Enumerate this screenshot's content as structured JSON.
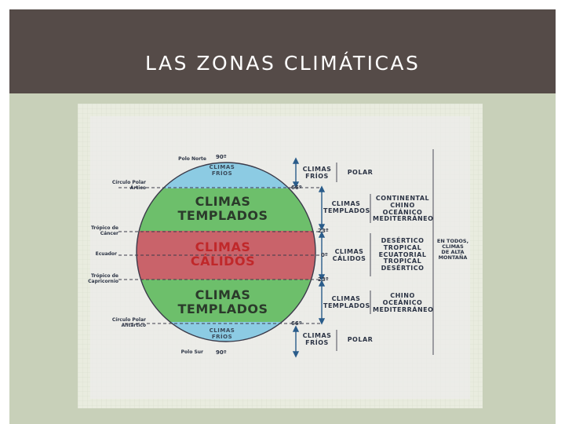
{
  "header": {
    "title": "LAS ZONAS CLIMÁTICAS"
  },
  "diagram": {
    "left_labels": {
      "polo_norte": "Polo Norte",
      "circulo_polar_artico": "Círculo Polar\nÁrtico",
      "tropico_cancer": "Trópico de\nCáncer",
      "ecuador": "Ecuador",
      "tropico_capricornio": "Trópico de\nCapricornio",
      "circulo_polar_antartico": "Círculo Polar\nAntártico",
      "polo_sur": "Polo Sur"
    },
    "zones": {
      "frios_norte": "CLIMAS\nFRÍOS",
      "templados_norte": "CLIMAS\nTEMPLADOS",
      "calidos": "CLIMAS\nCÁLIDOS",
      "templados_sur": "CLIMAS\nTEMPLADOS",
      "frios_sur": "CLIMAS\nFRÍOS"
    },
    "degrees": {
      "top": "90º",
      "polar_n": "66º",
      "tropic_n": "23º",
      "equator": "0º",
      "tropic_s": "23º",
      "polar_s": "66º",
      "bottom": "90º"
    },
    "right_groups": {
      "frios_norte": "CLIMAS\nFRÍOS",
      "templados_norte": "CLIMAS\nTEMPLADOS",
      "calidos": "CLIMAS\nCÁLIDOS",
      "templados_sur": "CLIMAS\nTEMPLADOS",
      "frios_sur": "CLIMAS\nFRÍOS"
    },
    "climate_types": {
      "polar_norte": "POLAR",
      "templado_norte": "CONTINENTAL\nCHINO\nOCEÁNICO\nMEDITERRÁNEO",
      "calido": "DESÉRTICO\nTROPICAL\nECUATORIAL\nTROPICAL\nDESÉRTICO",
      "templado_sur": "CHINO\nOCEÁNICO\nMEDITERRÁNEO",
      "polar_sur": "POLAR"
    },
    "everywhere": "EN TODOS,\nCLIMAS\nDE ALTA\nMONTAÑA"
  },
  "colors": {
    "header_bg": "#554b48",
    "body_bg": "#c8d0b9",
    "cold": "#8ccbe3",
    "temperate": "#6dbf6b",
    "hot": "#c9636a"
  }
}
